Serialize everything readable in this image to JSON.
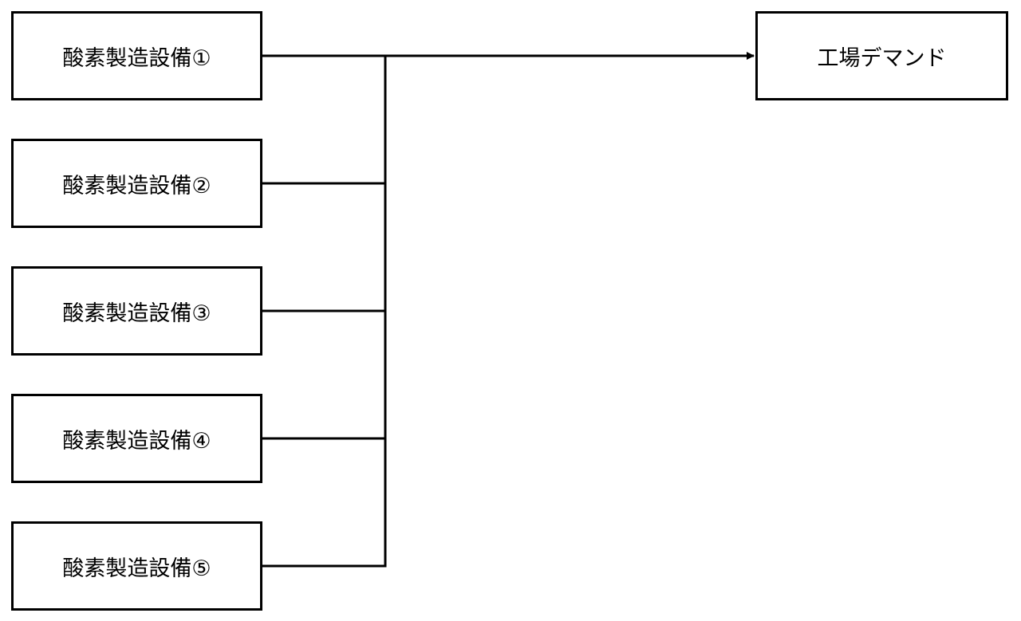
{
  "diagram": {
    "sources": [
      {
        "label": "酸素製造設備①"
      },
      {
        "label": "酸素製造設備②"
      },
      {
        "label": "酸素製造設備③"
      },
      {
        "label": "酸素製造設備④"
      },
      {
        "label": "酸素製造設備⑤"
      }
    ],
    "target": {
      "label": "工場デマンド"
    },
    "colors": {
      "line": "#000000",
      "box_border": "#000000",
      "background": "#ffffff"
    }
  }
}
